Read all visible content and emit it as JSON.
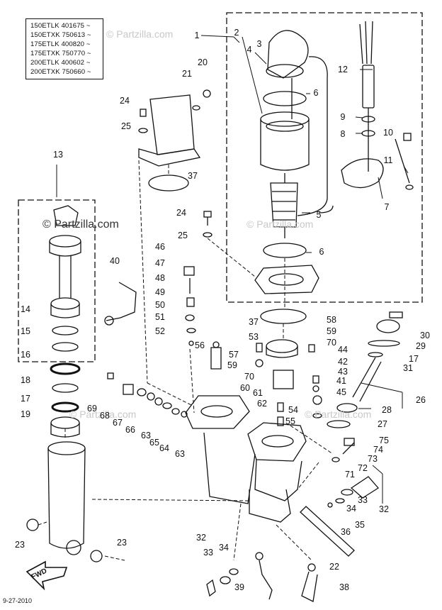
{
  "model_list": [
    "150ETLK 401675 ~",
    "150ETXK 750613 ~",
    "175ETLK 400820 ~",
    "175ETXK 750770 ~",
    "200ETLK 400602 ~",
    "200ETXK 750660 ~"
  ],
  "watermark": "© Partzilla.com",
  "date": "9-27-2010",
  "fwd_label": "FWD",
  "callouts": [
    {
      "id": "c1",
      "text": "1"
    },
    {
      "id": "c2",
      "text": "2"
    },
    {
      "id": "c3",
      "text": "3"
    },
    {
      "id": "c4",
      "text": "4"
    },
    {
      "id": "c5",
      "text": "5"
    },
    {
      "id": "c6a",
      "text": "6"
    },
    {
      "id": "c6b",
      "text": "6"
    },
    {
      "id": "c7",
      "text": "7"
    },
    {
      "id": "c8",
      "text": "8"
    },
    {
      "id": "c9",
      "text": "9"
    },
    {
      "id": "c10",
      "text": "10"
    },
    {
      "id": "c11",
      "text": "11"
    },
    {
      "id": "c12",
      "text": "12"
    },
    {
      "id": "c13",
      "text": "13"
    },
    {
      "id": "c14",
      "text": "14"
    },
    {
      "id": "c15",
      "text": "15"
    },
    {
      "id": "c16",
      "text": "16"
    },
    {
      "id": "c17a",
      "text": "17"
    },
    {
      "id": "c17b",
      "text": "17"
    },
    {
      "id": "c18",
      "text": "18"
    },
    {
      "id": "c19",
      "text": "19"
    },
    {
      "id": "c20",
      "text": "20"
    },
    {
      "id": "c21",
      "text": "21"
    },
    {
      "id": "c22",
      "text": "22"
    },
    {
      "id": "c23a",
      "text": "23"
    },
    {
      "id": "c23b",
      "text": "23"
    },
    {
      "id": "c24a",
      "text": "24"
    },
    {
      "id": "c24b",
      "text": "24"
    },
    {
      "id": "c25a",
      "text": "25"
    },
    {
      "id": "c25b",
      "text": "25"
    },
    {
      "id": "c26",
      "text": "26"
    },
    {
      "id": "c27",
      "text": "27"
    },
    {
      "id": "c28",
      "text": "28"
    },
    {
      "id": "c29",
      "text": "29"
    },
    {
      "id": "c30",
      "text": "30"
    },
    {
      "id": "c31",
      "text": "31"
    },
    {
      "id": "c32a",
      "text": "32"
    },
    {
      "id": "c32b",
      "text": "32"
    },
    {
      "id": "c33a",
      "text": "33"
    },
    {
      "id": "c33b",
      "text": "33"
    },
    {
      "id": "c34a",
      "text": "34"
    },
    {
      "id": "c34b",
      "text": "34"
    },
    {
      "id": "c35",
      "text": "35"
    },
    {
      "id": "c36",
      "text": "36"
    },
    {
      "id": "c37a",
      "text": "37"
    },
    {
      "id": "c37b",
      "text": "37"
    },
    {
      "id": "c38",
      "text": "38"
    },
    {
      "id": "c39",
      "text": "39"
    },
    {
      "id": "c40",
      "text": "40"
    },
    {
      "id": "c41",
      "text": "41"
    },
    {
      "id": "c42",
      "text": "42"
    },
    {
      "id": "c43",
      "text": "43"
    },
    {
      "id": "c44",
      "text": "44"
    },
    {
      "id": "c45",
      "text": "45"
    },
    {
      "id": "c46",
      "text": "46"
    },
    {
      "id": "c47",
      "text": "47"
    },
    {
      "id": "c48",
      "text": "48"
    },
    {
      "id": "c49",
      "text": "49"
    },
    {
      "id": "c50",
      "text": "50"
    },
    {
      "id": "c51",
      "text": "51"
    },
    {
      "id": "c52",
      "text": "52"
    },
    {
      "id": "c53",
      "text": "53"
    },
    {
      "id": "c54",
      "text": "54"
    },
    {
      "id": "c55",
      "text": "55"
    },
    {
      "id": "c56",
      "text": "56"
    },
    {
      "id": "c57",
      "text": "57"
    },
    {
      "id": "c58",
      "text": "58"
    },
    {
      "id": "c59a",
      "text": "59"
    },
    {
      "id": "c59b",
      "text": "59"
    },
    {
      "id": "c60",
      "text": "60"
    },
    {
      "id": "c61",
      "text": "61"
    },
    {
      "id": "c62",
      "text": "62"
    },
    {
      "id": "c63a",
      "text": "63"
    },
    {
      "id": "c63b",
      "text": "63"
    },
    {
      "id": "c64",
      "text": "64"
    },
    {
      "id": "c65",
      "text": "65"
    },
    {
      "id": "c66",
      "text": "66"
    },
    {
      "id": "c67",
      "text": "67"
    },
    {
      "id": "c68",
      "text": "68"
    },
    {
      "id": "c69",
      "text": "69"
    },
    {
      "id": "c70a",
      "text": "70"
    },
    {
      "id": "c70b",
      "text": "70"
    },
    {
      "id": "c71",
      "text": "71"
    },
    {
      "id": "c72",
      "text": "72"
    },
    {
      "id": "c73",
      "text": "73"
    },
    {
      "id": "c74",
      "text": "74"
    },
    {
      "id": "c75",
      "text": "75"
    }
  ]
}
